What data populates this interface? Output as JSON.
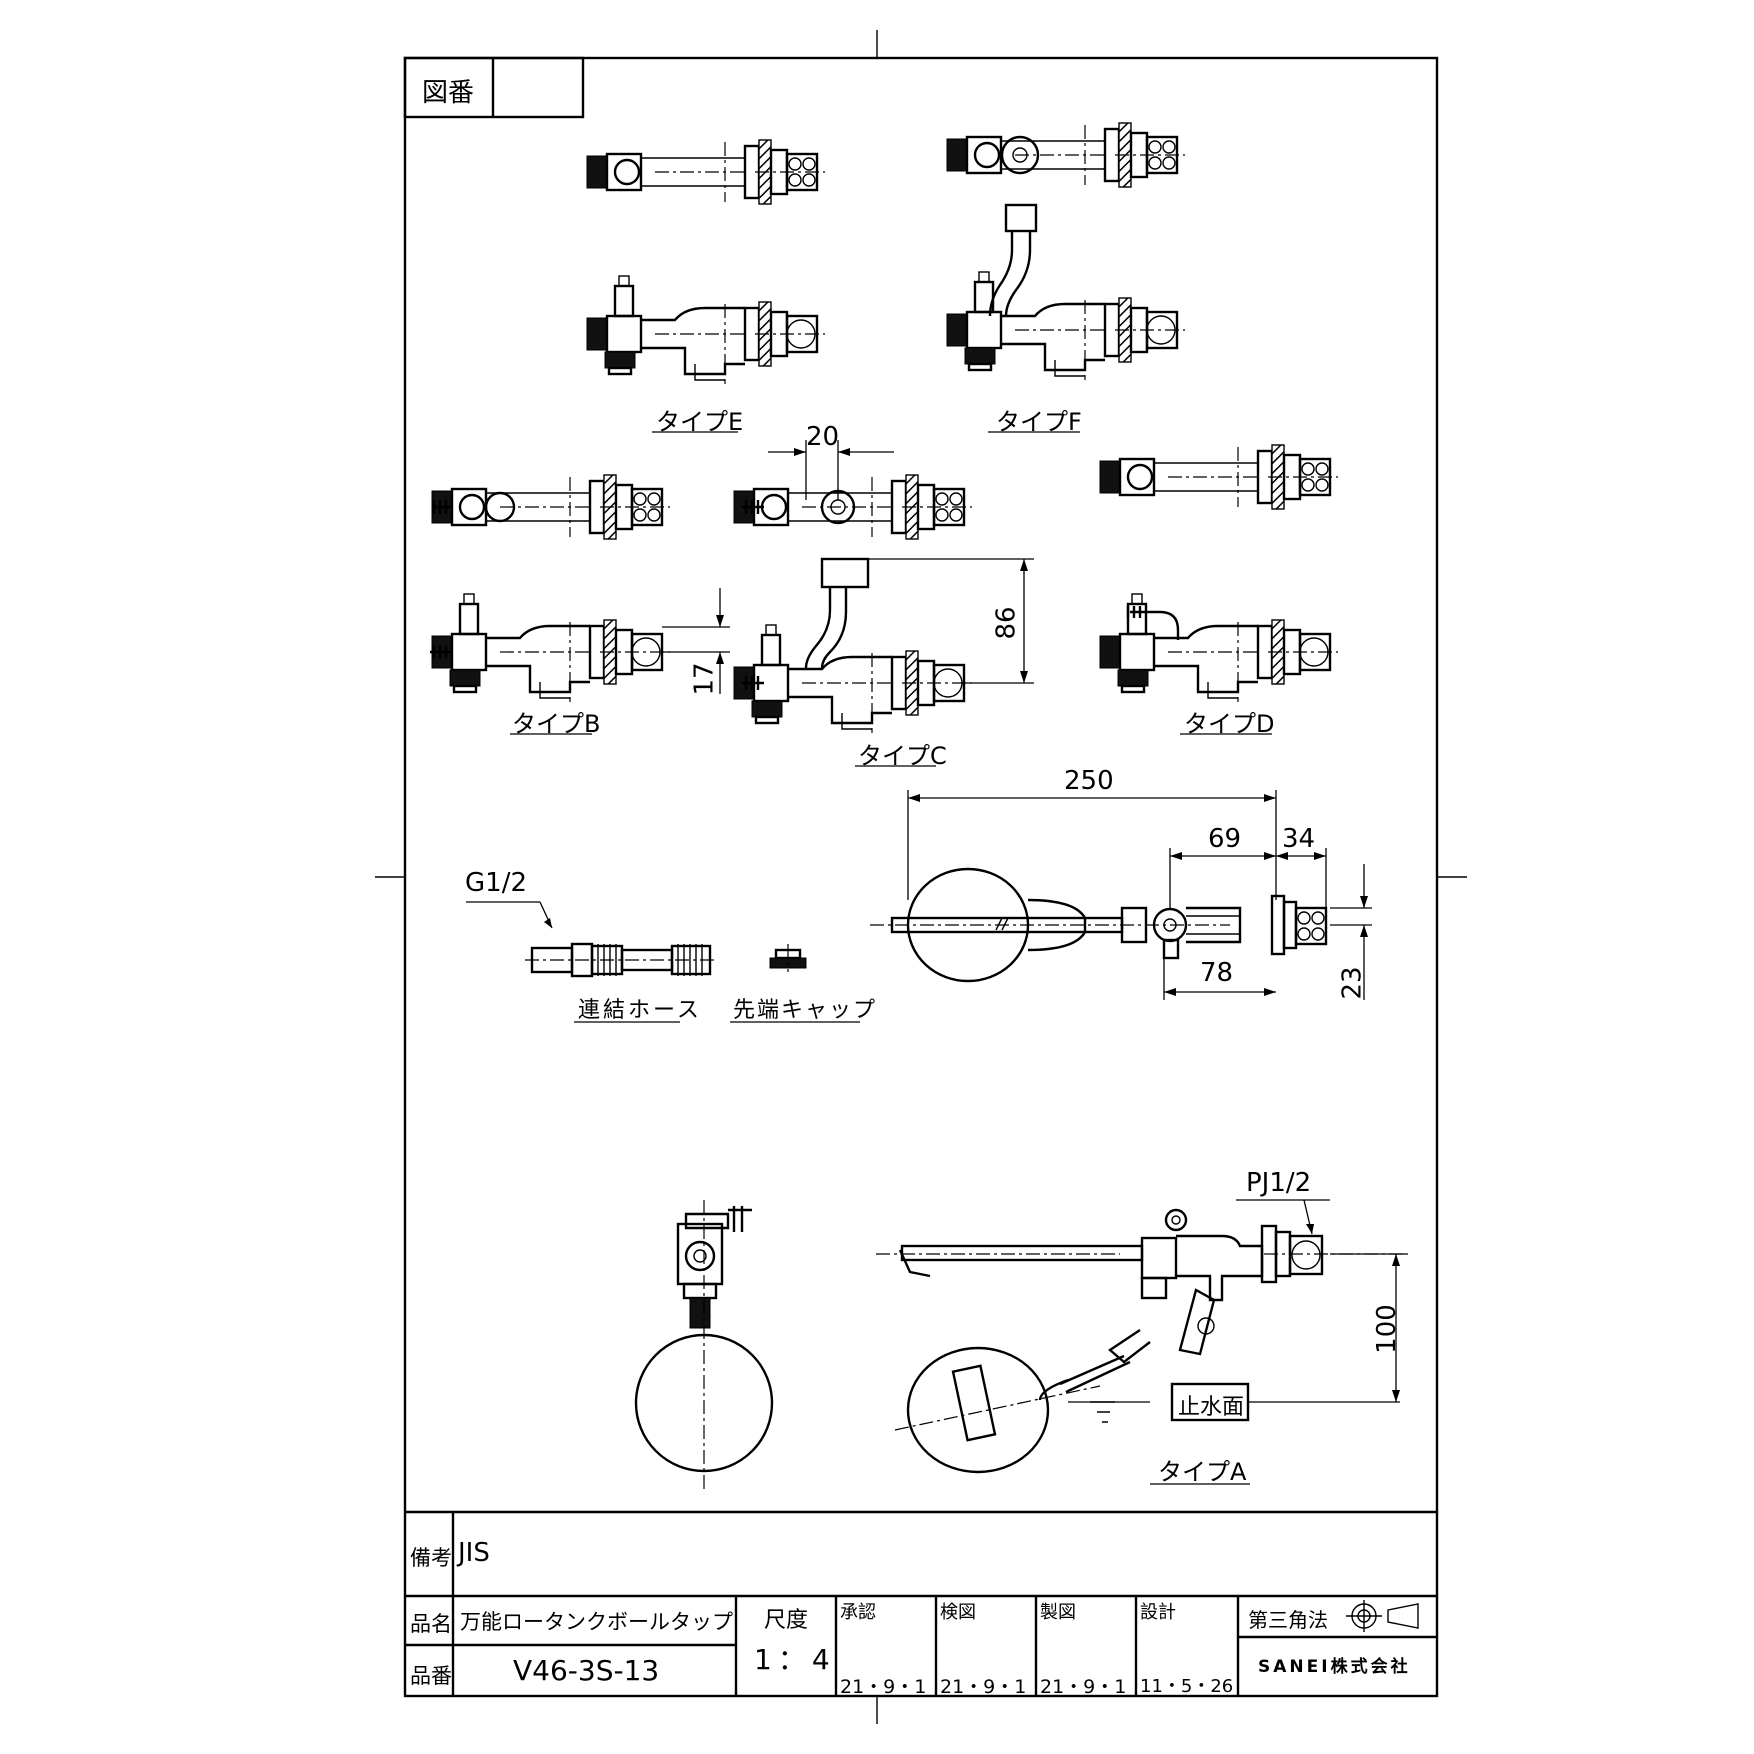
{
  "drawing_no_label": "図番",
  "drawing_no_value": "",
  "type_labels": {
    "E": "タイプE",
    "F": "タイプF",
    "B": "タイプB",
    "C": "タイプC",
    "D": "タイプD",
    "A": "タイプA"
  },
  "dimensions": {
    "d20": "20",
    "d86": "86",
    "d17": "17",
    "d250": "250",
    "d69": "69",
    "d34": "34",
    "d78": "78",
    "d23": "23",
    "d100": "100"
  },
  "thread_labels": {
    "hose": "G1/2",
    "tap": "PJ1/2"
  },
  "part_labels": {
    "hose": "連結ホース",
    "cap": "先端キャップ",
    "water_level": "止水面"
  },
  "title_block": {
    "remarks_label": "備考",
    "remarks_value": "JIS",
    "name_label": "品名",
    "name_value": "万能ロータンクボールタップ",
    "number_label": "品番",
    "number_value": "V46-3S-13",
    "scale_label": "尺度",
    "scale_value": "1：4",
    "approved_label": "承認",
    "approved_date": "21・9・1",
    "checked_label": "検図",
    "checked_date": "21・9・1",
    "drawn_label": "製図",
    "drawn_date": "21・9・1",
    "design_label": "設計",
    "design_date": "11・5・26",
    "projection_label": "第三角法",
    "company": "SANEI株式会社"
  }
}
